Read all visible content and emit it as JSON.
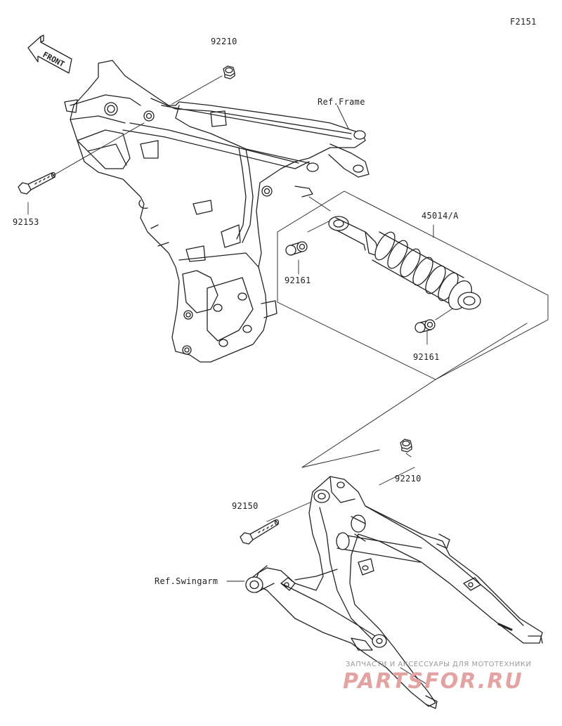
{
  "diagram_code": "F2151",
  "front_arrow_text": "FRONT",
  "labels": {
    "nut_top": "92210",
    "frame_ref": "Ref.Frame",
    "bolt_top": "92153",
    "shock_absorber": "45014/A",
    "bushing_left": "92161",
    "bushing_right": "92161",
    "nut_bottom": "92210",
    "bolt_bottom": "92150",
    "swingarm_ref": "Ref.Swingarm"
  },
  "watermark": {
    "tagline": "ЗАПЧАСТИ И АКСЕССУАРЫ ДЛЯ МОТОТЕХНИКИ",
    "brand": "PARTSFOR.RU"
  }
}
